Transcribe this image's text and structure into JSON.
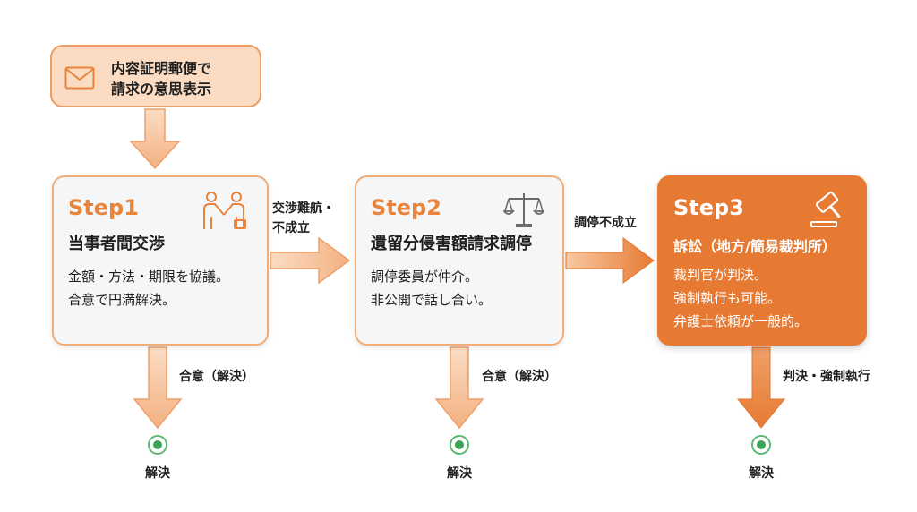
{
  "start": {
    "icon": "envelope-icon",
    "line1": "内容証明郵便で",
    "line2": "請求の意思表示"
  },
  "steps": [
    {
      "label": "Step1",
      "title": "当事者間交渉",
      "desc": [
        "金額・方法・期限を協議。",
        "合意で円満解決。"
      ],
      "icon": "handshake-icon"
    },
    {
      "label": "Step2",
      "title": "遺留分侵害額請求調停",
      "desc": [
        "調停委員が仲介。",
        "非公開で話し合い。"
      ],
      "icon": "scales-icon"
    },
    {
      "label": "Step3",
      "title": "訴訟（地方/簡易裁判所）",
      "desc": [
        "裁判官が判決。",
        "強制執行も可能。",
        "弁護士依頼が一般的。"
      ],
      "icon": "gavel-icon"
    }
  ],
  "transitions": {
    "step1_to_step2": [
      "交渉難航・",
      "不成立"
    ],
    "step2_to_step3": "調停不成立"
  },
  "outcomes": {
    "step1_arrow": "合意（解決）",
    "step2_arrow": "合意（解決）",
    "step3_arrow": "判決・強制執行",
    "result": "解決"
  },
  "colors": {
    "accent": "#e67a32",
    "light_fill": "#fbdcc3",
    "border": "#f2ad77",
    "arrow_light": "#f6c299",
    "success": "#3da356"
  }
}
